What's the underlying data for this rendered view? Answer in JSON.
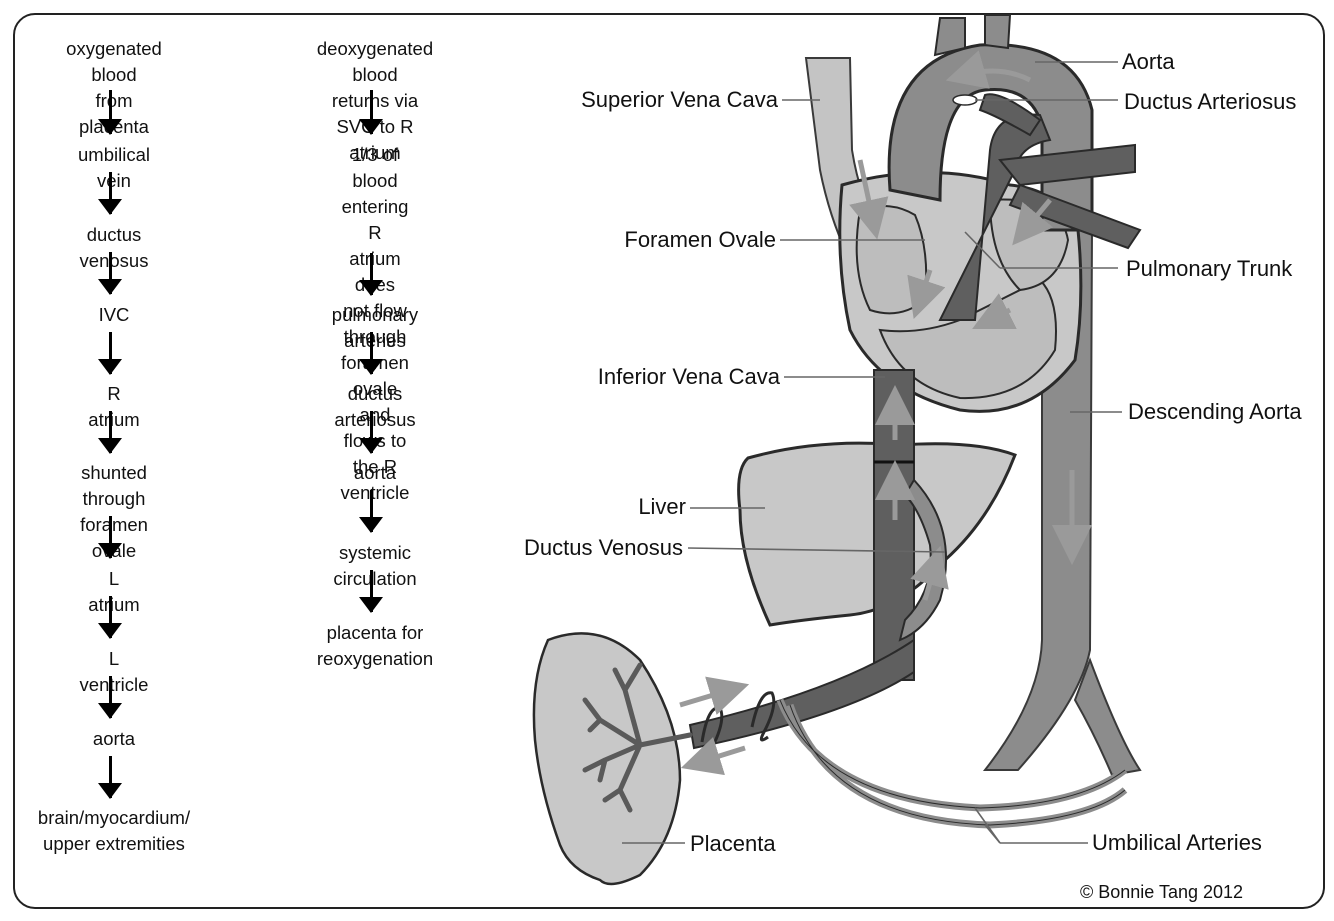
{
  "left_column": [
    "oxygenated blood\nfrom placenta",
    "umbilical vein",
    "ductus venosus",
    "IVC",
    "R atrium",
    "shunted through\nforamen ovale",
    "L atrium",
    "L ventricle",
    "aorta",
    "brain/myocardium/\nupper extremities"
  ],
  "middle_column": [
    "deoxygenated blood\nreturns via SVC to R atrium",
    "1/3 of blood entering\nR atrium does not flow\nthrough foramen ovale and\nflows to the R ventricle",
    "pulmonary arteries",
    "ductus arteriosus",
    "aorta",
    "systemic circulation",
    "placenta for reoxygenation"
  ],
  "labels": {
    "aorta": "Aorta",
    "ductus_arteriosus": "Ductus Arteriosus",
    "superior_vena_cava": "Superior Vena Cava",
    "foramen_ovale": "Foramen Ovale",
    "pulmonary_trunk": "Pulmonary Trunk",
    "inferior_vena_cava": "Inferior Vena Cava",
    "descending_aorta": "Descending Aorta",
    "liver": "Liver",
    "ductus_venosus": "Ductus Venosus",
    "placenta": "Placenta",
    "umbilical_arteries": "Umbilical Arteries"
  },
  "copyright": "© Bonnie Tang 2012",
  "colors": {
    "dark_vessel": "#5a5a5a",
    "mid_vessel": "#8c8c8c",
    "light_vessel": "#c4c4c4",
    "organ_fill": "#c8c8c8",
    "outline": "#2a2a2a"
  }
}
